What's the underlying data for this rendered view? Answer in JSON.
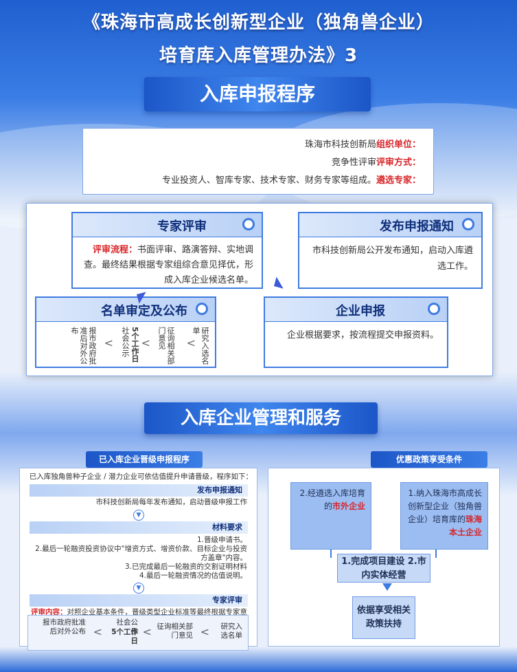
{
  "header": {
    "title_line1": "《珠海市高成长创新型企业（独角兽企业）",
    "title_line2": "培育库入库管理办法》3"
  },
  "section1": {
    "banner": "入库申报程序",
    "info": [
      {
        "key": "组织单位：",
        "value": "珠海市科技创新局"
      },
      {
        "key": "评审方式：",
        "value": "竞争性评审"
      },
      {
        "key": "遴选专家：",
        "value": "专业投资人、智库专家、技术专家、财务专家等组成。"
      }
    ],
    "cards": {
      "publish": {
        "title": "发布申报通知",
        "body": "市科技创新局公开发布通知，启动入库遴选工作。"
      },
      "review": {
        "title": "专家评审",
        "body_key": "评审流程：",
        "body": "书面评审、路演答辩、实地调查。最终结果根据专家组综合意见择优，形成入库企业候选名单。"
      },
      "apply": {
        "title": "企业申报",
        "body": "企业根据要求，按流程提交申报资料。"
      },
      "publicity": {
        "title": "名单审定及公布",
        "steps": [
          "研究入选名单",
          "征询相关部门意见",
          "社会公示",
          "5个工作日",
          "报市政府批准后对外公布"
        ]
      }
    }
  },
  "section2": {
    "banner": "入库企业管理和服务",
    "left": {
      "tag": "已入库企业晋级申报程序",
      "intro": "已入库独角兽种子企业 / 潜力企业可依估值提升申请晋级，程序如下：",
      "publish_bar": "发布申报通知",
      "publish_text": "市科技创新局每年发布通知，启动晋级申报工作",
      "materials_bar": "材料要求",
      "materials": [
        "1.晋级申请书。",
        "2.最后一轮融资投资协议中\"增资方式、增资价款、目标企业与投资方盖章\"内容。",
        "3.已完成最后一轮融资的交割证明材料",
        "4.最后一轮融资情况的估值说明。"
      ],
      "review_bar": "专家评审",
      "review_key": "评审内容：",
      "review_text": "对照企业基本条件，晋级类型企业标准等最终根据专家意见确定企业是否晋级。",
      "steps": [
        "研究入选名单",
        "征询相关部门意见",
        "社会公示",
        "5个工作日",
        "报市政府批准后对外公布"
      ]
    },
    "right": {
      "tag": "优惠政策享受条件",
      "cond1_text": "1.纳入珠海市高成长创新型企业（独角兽企业）培育库的",
      "cond1_red": "珠海本土企业",
      "cond2_text": "2.经遴选入库培育的",
      "cond2_red": "市外企业",
      "middle": "1.完成项目建设 2.市内实体经营",
      "result": "依据享受相关政策扶持"
    }
  }
}
